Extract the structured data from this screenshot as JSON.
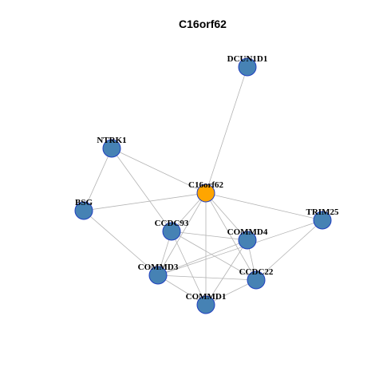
{
  "title": "C16orf62",
  "colors": {
    "hub_fill": "#ffa500",
    "node_fill": "#4682b4",
    "node_border": "#1f3fbf",
    "edge": "#b3b3b3"
  },
  "nodes": [
    {
      "id": "C16orf62",
      "label": "C16orf62",
      "hub": true
    },
    {
      "id": "DCUN1D1",
      "label": "DCUN1D1",
      "hub": false
    },
    {
      "id": "NTRK1",
      "label": "NTRK1",
      "hub": false
    },
    {
      "id": "BSG",
      "label": "BSG",
      "hub": false
    },
    {
      "id": "CCDC93",
      "label": "CCDC93",
      "hub": false
    },
    {
      "id": "COMMD4",
      "label": "COMMD4",
      "hub": false
    },
    {
      "id": "TRIM25",
      "label": "TRIM25",
      "hub": false
    },
    {
      "id": "COMMD3",
      "label": "COMMD3",
      "hub": false
    },
    {
      "id": "CCDC22",
      "label": "CCDC22",
      "hub": false
    },
    {
      "id": "COMMD1",
      "label": "COMMD1",
      "hub": false
    }
  ],
  "edges": [
    [
      "C16orf62",
      "DCUN1D1"
    ],
    [
      "C16orf62",
      "NTRK1"
    ],
    [
      "C16orf62",
      "BSG"
    ],
    [
      "C16orf62",
      "CCDC93"
    ],
    [
      "C16orf62",
      "COMMD4"
    ],
    [
      "C16orf62",
      "TRIM25"
    ],
    [
      "C16orf62",
      "COMMD3"
    ],
    [
      "C16orf62",
      "CCDC22"
    ],
    [
      "C16orf62",
      "COMMD1"
    ],
    [
      "NTRK1",
      "BSG"
    ],
    [
      "NTRK1",
      "CCDC93"
    ],
    [
      "BSG",
      "COMMD3"
    ],
    [
      "CCDC93",
      "COMMD4"
    ],
    [
      "CCDC93",
      "CCDC22"
    ],
    [
      "CCDC93",
      "COMMD3"
    ],
    [
      "CCDC93",
      "COMMD1"
    ],
    [
      "COMMD4",
      "COMMD3"
    ],
    [
      "COMMD4",
      "CCDC22"
    ],
    [
      "COMMD4",
      "COMMD1"
    ],
    [
      "TRIM25",
      "COMMD3"
    ],
    [
      "TRIM25",
      "CCDC22"
    ],
    [
      "COMMD3",
      "CCDC22"
    ],
    [
      "COMMD3",
      "COMMD1"
    ],
    [
      "CCDC22",
      "COMMD1"
    ]
  ]
}
